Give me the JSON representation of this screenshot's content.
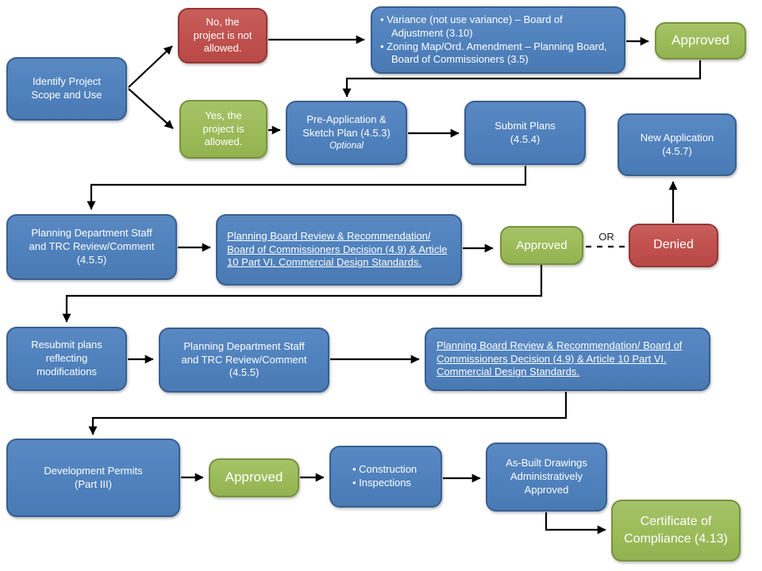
{
  "palette": {
    "node_blue": "#4f81bd",
    "node_blue_border": "#365f91",
    "node_green": "#9bbb59",
    "node_green_border": "#77933c",
    "node_red": "#c0504d",
    "node_red_border": "#943634",
    "connector": "#000000",
    "text": "#ffffff"
  },
  "nodes": {
    "identify": {
      "label": "Identify Project Scope and Use"
    },
    "no_box": {
      "label": "No, the project is not allowed."
    },
    "yes_box": {
      "label": "Yes, the project is allowed."
    },
    "variance": {
      "bullets": [
        "Variance (not use variance) – Board of Adjustment (3.10)",
        "Zoning Map/Ord. Amendment  – Planning Board, Board of  Commissioners (3.5)"
      ]
    },
    "approved_top": {
      "label": "Approved"
    },
    "preapp": {
      "label": "Pre-Application & Sketch Plan (4.5.3)",
      "sublabel": "Optional"
    },
    "submit_plans": {
      "label": "Submit Plans (4.5.4)"
    },
    "new_application": {
      "label": "New Application (4.5.7)"
    },
    "planning_review_1": {
      "label": "Planning Department Staff and TRC Review/Comment (4.5.5)"
    },
    "board_review_1": {
      "label": "Planning Board Review & Recommendation/ Board of Commissioners Decision (4.9) & Article 10 Part VI. Commercial Design Standards."
    },
    "approved_mid": {
      "label": "Approved"
    },
    "denied": {
      "label": "Denied"
    },
    "resubmit": {
      "label": "Resubmit plans reflecting modifications"
    },
    "planning_review_2": {
      "label": "Planning Department Staff and TRC Review/Comment (4.5.5)"
    },
    "board_review_2": {
      "label": "Planning Board Review & Recommendation/  Board of Commissioners Decision (4.9) & Article 10 Part VI. Commercial Design Standards."
    },
    "dev_permits": {
      "label": "Development Permits (Part III)"
    },
    "approved_bottom": {
      "label": "Approved"
    },
    "construction": {
      "bullets": [
        "Construction",
        "Inspections"
      ]
    },
    "as_built": {
      "label": "As-Built Drawings Administratively Approved"
    },
    "certificate": {
      "label": "Certificate of Compliance (4.13)"
    }
  },
  "labels": {
    "or": "OR"
  }
}
